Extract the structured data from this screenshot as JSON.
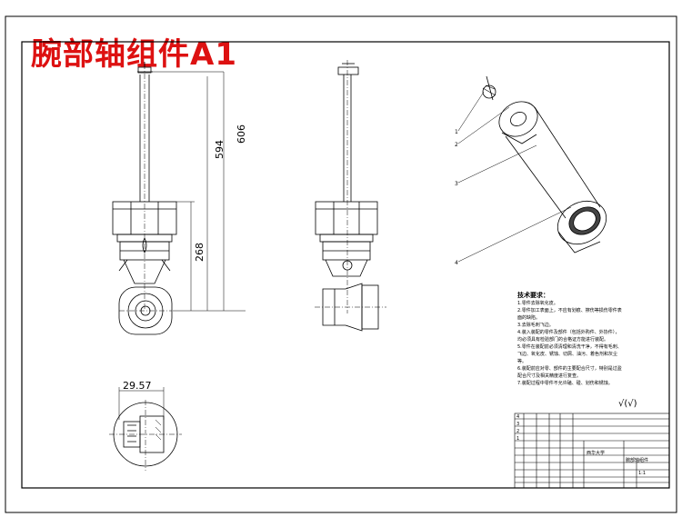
{
  "title": "腕部轴组件A1",
  "dimensions": {
    "d594": "594",
    "d606": "606",
    "d268": "268",
    "d2957": "29.57"
  },
  "balloons": [
    "1",
    "2",
    "3",
    "4"
  ],
  "tech_requirements": {
    "heading": "技术要求：",
    "items": [
      "1.零件去除氧化皮。",
      "2.零件加工表面上，不应有划痕、擦伤等损伤零件表面的缺陷。",
      "3.去除毛刺飞边。",
      "4.装入装配的零件及部件（包括外购件、外协件），均必须具有检验部门的合格证方能进行装配。",
      "5.零件在装配前必须清理和清洗干净，不得有毛刺、飞边、氧化皮、锈蚀、切屑、油污、着色剂和灰尘等。",
      "6.装配前应对零、部件的主要配合尺寸，特别是过盈配合尺寸及相关精度进行复查。",
      "7.装配过程中零件不允许磕、碰、划伤和锈蚀。"
    ]
  },
  "roughness_symbol": "√(√)",
  "title_block": {
    "drawing_name": "腕部轴组件",
    "designer_note": "西华大学",
    "scale": "1:1"
  }
}
